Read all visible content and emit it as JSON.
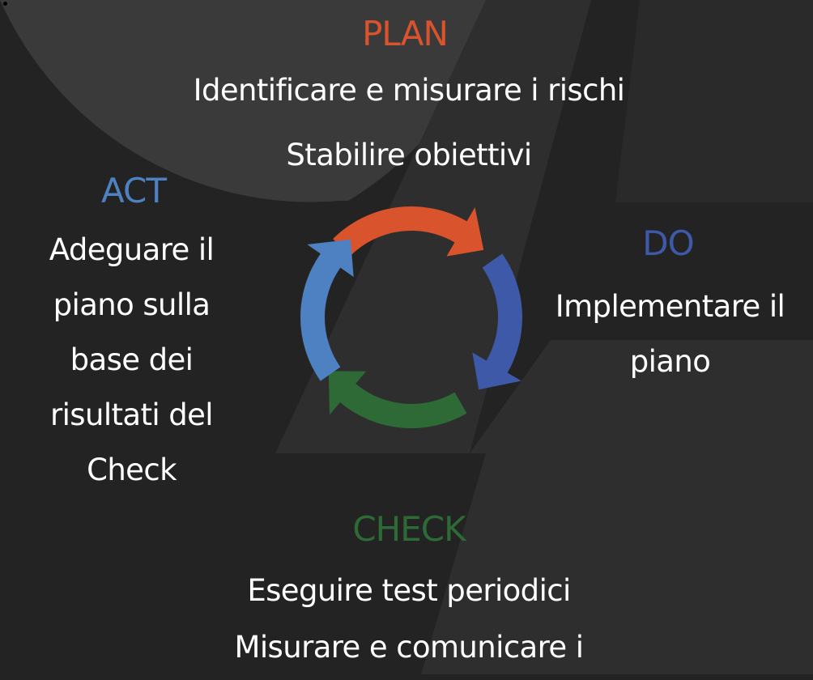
{
  "colors": {
    "background": "#232323",
    "watermark": "#3a3a3a",
    "plan": "#d9532d",
    "do": "#3d59a8",
    "check": "#2d6a36",
    "act": "#4d81c2",
    "text": "#ffffff"
  },
  "plan": {
    "title": "PLAN",
    "lines": [
      "Identificare e misurare i rischi",
      "Stabilire obiettivi"
    ]
  },
  "do": {
    "title": "DO",
    "lines": [
      "Implementare il",
      "piano"
    ]
  },
  "check": {
    "title": "CHECK",
    "lines": [
      "Eseguire test periodici",
      "Misurare e comunicare i"
    ]
  },
  "act": {
    "title": "ACT",
    "lines": [
      "Adeguare il",
      "piano sulla",
      "base dei",
      "risultati del",
      "Check"
    ]
  }
}
